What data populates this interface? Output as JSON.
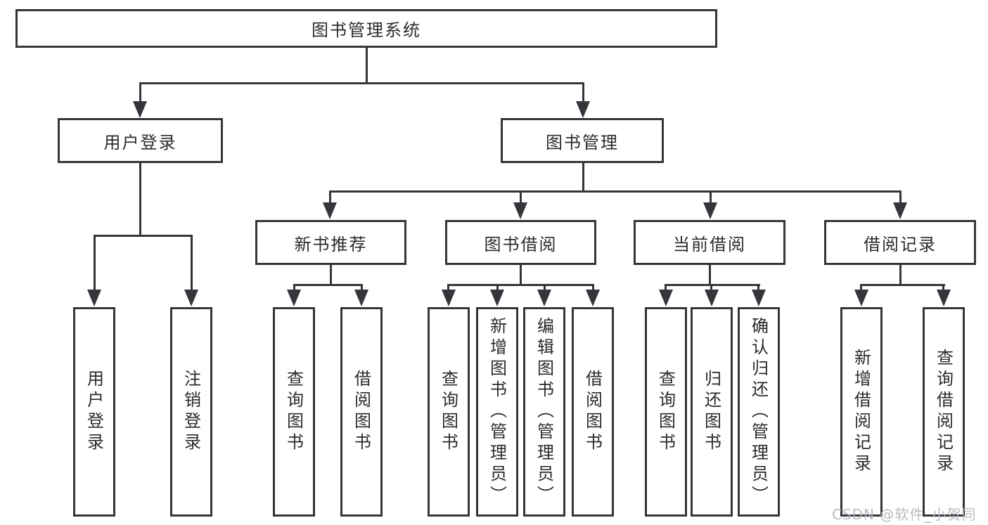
{
  "tree": {
    "root": {
      "label": "图书管理系统",
      "children": [
        {
          "label": "用户登录",
          "children": [
            {
              "label": "用户登录"
            },
            {
              "label": "注销登录"
            }
          ]
        },
        {
          "label": "图书管理",
          "children": [
            {
              "label": "新书推荐",
              "children": [
                {
                  "label": "查询图书"
                },
                {
                  "label": "借阅图书"
                }
              ]
            },
            {
              "label": "图书借阅",
              "children": [
                {
                  "label": "查询图书"
                },
                {
                  "label": "新增图书（管理员）"
                },
                {
                  "label": "编辑图书（管理员）"
                },
                {
                  "label": "借阅图书"
                }
              ]
            },
            {
              "label": "当前借阅",
              "children": [
                {
                  "label": "查询图书"
                },
                {
                  "label": "归还图书"
                },
                {
                  "label": "确认归还（管理员）"
                }
              ]
            },
            {
              "label": "借阅记录",
              "children": [
                {
                  "label": "新增借阅记录"
                },
                {
                  "label": "查询借阅记录"
                }
              ]
            }
          ]
        }
      ]
    }
  },
  "watermark": {
    "text": "CSDN @软件_小贺同学"
  },
  "colors": {
    "line": "#35353b",
    "text": "#2b2b30",
    "watermark": "#b4b8bd"
  }
}
